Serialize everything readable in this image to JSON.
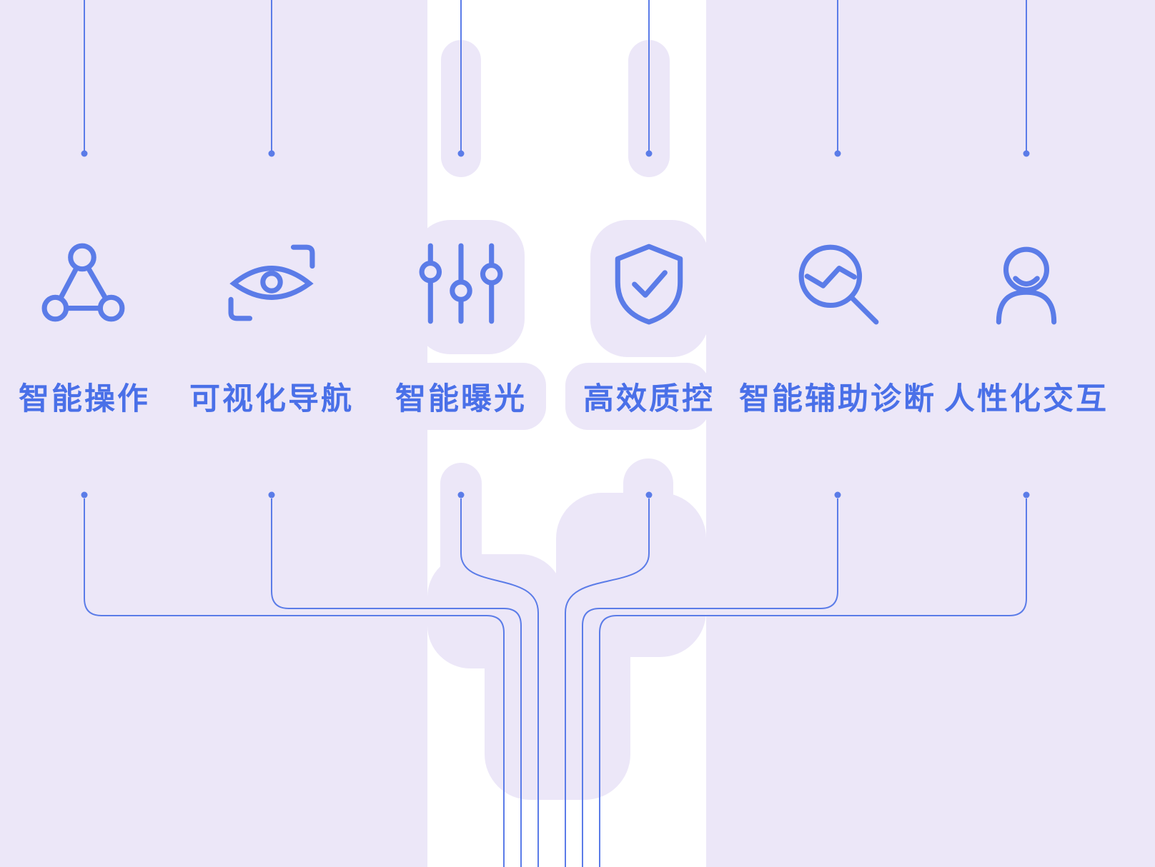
{
  "colors": {
    "accent_blue": "#5B7CE8",
    "label_blue": "#4A70E8",
    "background_lavender": "#ECE7F8",
    "center_band_white": "#FFFFFF"
  },
  "features": [
    {
      "label": "智能操作",
      "icon": "network-nodes-icon"
    },
    {
      "label": "可视化导航",
      "icon": "eye-navigation-icon"
    },
    {
      "label": "智能曝光",
      "icon": "sliders-exposure-icon"
    },
    {
      "label": "高效质控",
      "icon": "shield-check-icon"
    },
    {
      "label": "智能辅助诊断",
      "icon": "magnifier-pulse-icon"
    },
    {
      "label": "人性化交互",
      "icon": "person-icon"
    }
  ]
}
